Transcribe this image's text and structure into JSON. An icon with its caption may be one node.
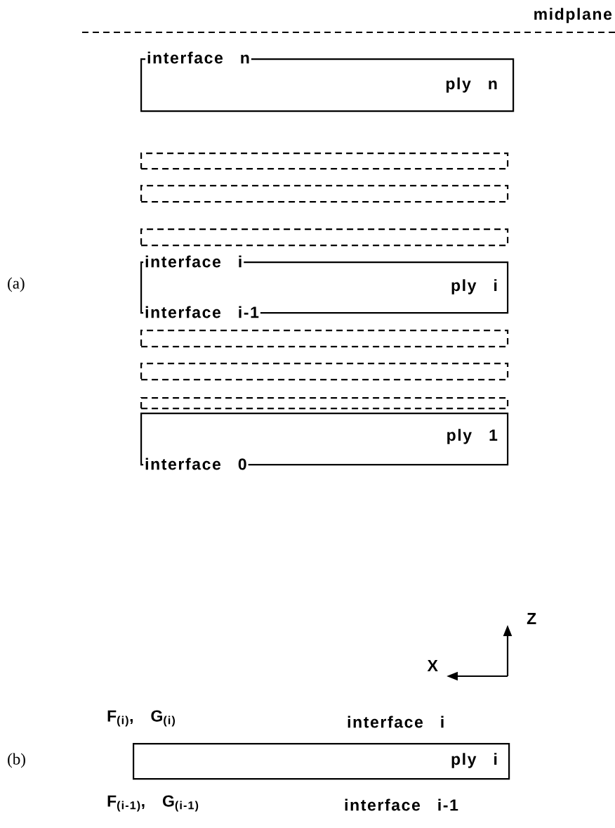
{
  "diagram": {
    "nodes": [
      {
        "text": [
          "interface n",
          "ply n"
        ]
      },
      {
        "text": [],
        "shape": "box"
      },
      {
        "text": [],
        "shape": "box"
      },
      {
        "text": [],
        "shape": "box"
      },
      {
        "text": [
          "interface i",
          "ply i",
          "interface i-1"
        ]
      },
      {
        "text": [],
        "shape": "box"
      },
      {
        "text": [],
        "shape": "box"
      },
      {
        "text": [],
        "shape": "box"
      },
      {
        "text": [
          "ply 1",
          "interface 0"
        ]
      },
      {
        "text": [
          "ply i"
        ],
        "beside": [
          "F$_{(i)}$, G$_{(i)}$",
          "interface i",
          "F$_{(i-1)}$, G$_{(i-1)}$",
          "interface i-1"
        ]
      }
    ],
    "labels": [
      "midplane",
      "(a)",
      "Z",
      "X",
      "(b)"
    ]
  }
}
